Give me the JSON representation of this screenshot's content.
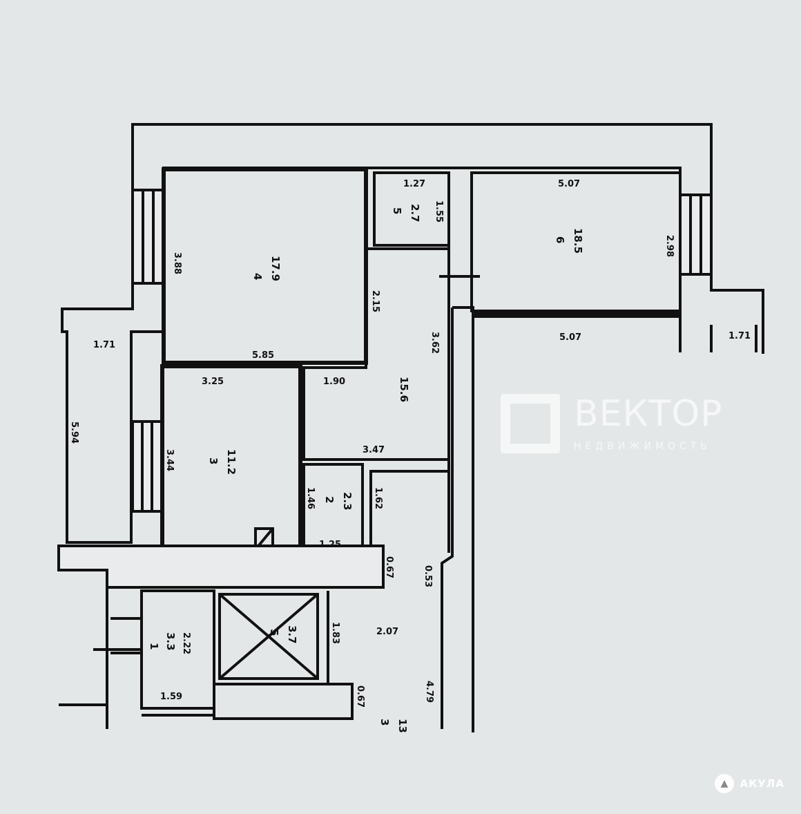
{
  "plan": {
    "rooms": [
      {
        "id": "room-4",
        "number": "4",
        "area": "17.9",
        "dims": [
          "3.88",
          "5.85"
        ]
      },
      {
        "id": "room-5",
        "number": "5",
        "area": "2.7",
        "dims": [
          "1.27",
          "1.55"
        ]
      },
      {
        "id": "room-6",
        "number": "6",
        "area": "18.5",
        "dims": [
          "5.07",
          "2.98",
          "5.07"
        ]
      },
      {
        "id": "corridor",
        "area": "15.6",
        "dims": [
          "2.15",
          "3.62",
          "3.47",
          "1.90"
        ]
      },
      {
        "id": "room-3",
        "number": "3",
        "area": "11.2",
        "dims": [
          "3.25",
          "3.44"
        ]
      },
      {
        "id": "room-2",
        "number": "2",
        "area": "2.3",
        "dims": [
          "1.46",
          "1.25"
        ]
      },
      {
        "id": "toilet",
        "dims": [
          "1.62",
          "0.67",
          "0.53"
        ]
      },
      {
        "id": "balcony-left",
        "dims": [
          "1.71",
          "5.94"
        ]
      },
      {
        "id": "right-balcony",
        "dims": [
          "1.71"
        ]
      },
      {
        "id": "stair-room",
        "number": "1",
        "area": "3.3",
        "dims": [
          "2.22",
          "1.59"
        ]
      },
      {
        "id": "elevator",
        "number": "5",
        "area": "3.7",
        "dims": [
          "1.83"
        ]
      },
      {
        "id": "hall",
        "number": "3",
        "area": "13",
        "dims": [
          "2.07",
          "0.67",
          "4.79"
        ]
      }
    ]
  },
  "watermark": {
    "title": "ВЕКТОР",
    "subtitle": "НЕДВИЖИМОСТЬ"
  },
  "brand": {
    "name": "АКУЛА",
    "icon": "shark-icon"
  }
}
